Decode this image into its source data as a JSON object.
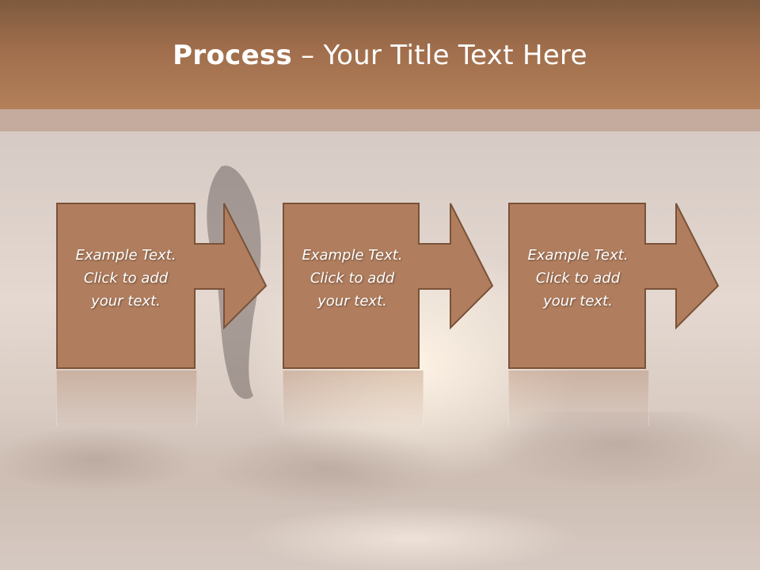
{
  "slide": {
    "title_bold": "Process",
    "title_rest": " – Your Title Text Here"
  },
  "steps": [
    {
      "line1": "Example Text.",
      "line2": "Click  to add",
      "line3": "your text."
    },
    {
      "line1": "Example Text.",
      "line2": "Click  to add",
      "line3": "your text."
    },
    {
      "line1": "Example Text.",
      "line2": "Click  to add",
      "line3": "your text."
    }
  ],
  "colors": {
    "header": "#a06e4c",
    "box_fill": "#b07e5e",
    "box_stroke": "#7a5238"
  }
}
